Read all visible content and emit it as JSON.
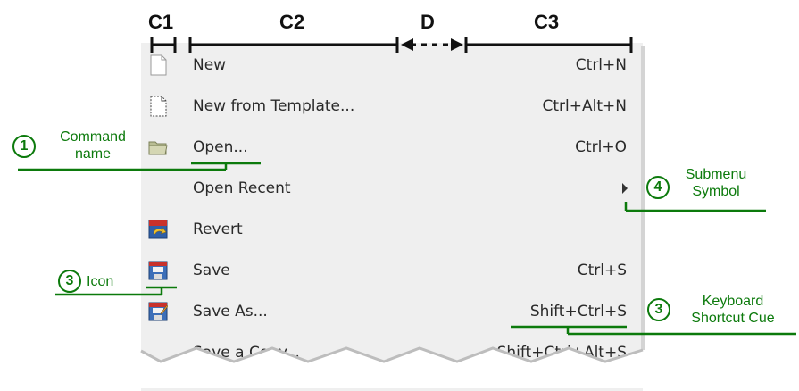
{
  "columns": {
    "c1": "C1",
    "c2": "C2",
    "d": "D",
    "c3": "C3"
  },
  "menu": {
    "items": [
      {
        "label": "New",
        "shortcut": "Ctrl+N",
        "icon": "blank-document-icon"
      },
      {
        "label": "New from Template...",
        "shortcut": "Ctrl+Alt+N",
        "icon": "template-document-icon"
      },
      {
        "label": "Open...",
        "shortcut": "Ctrl+O",
        "icon": "folder-icon"
      },
      {
        "label": "Open Recent",
        "shortcut": "",
        "icon": "",
        "submenu": true
      },
      {
        "label": "Revert",
        "shortcut": "",
        "icon": "revert-icon"
      },
      {
        "label": "Save",
        "shortcut": "Ctrl+S",
        "icon": "save-icon"
      },
      {
        "label": "Save As...",
        "shortcut": "Shift+Ctrl+S",
        "icon": "save-as-icon"
      },
      {
        "label": "Save a Copy...",
        "shortcut": "Shift+Ctrl+Alt+S",
        "icon": ""
      }
    ]
  },
  "annotations": {
    "command_name": {
      "number": "1",
      "line1": "Command",
      "line2": "name"
    },
    "icon": {
      "number": "3",
      "text": "Icon"
    },
    "submenu": {
      "number": "4",
      "line1": "Submenu",
      "line2": "Symbol"
    },
    "shortcut": {
      "number": "3",
      "line1": "Keyboard",
      "line2": "Shortcut Cue"
    }
  },
  "colors": {
    "annotation": "#0c7a0c",
    "menu_bg": "#efefef",
    "text": "#2a2a2a"
  }
}
